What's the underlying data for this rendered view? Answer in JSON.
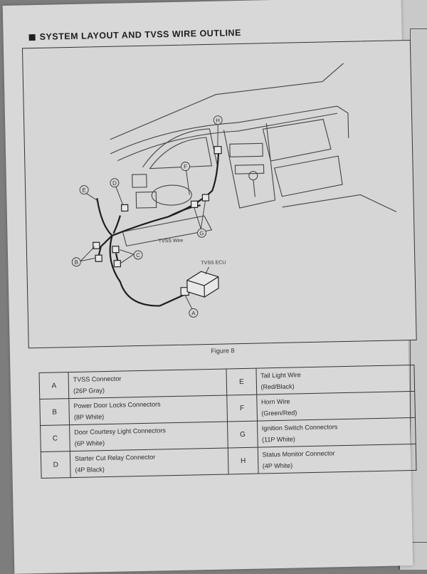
{
  "heading": "SYSTEM LAYOUT AND TVSS WIRE OUTLINE",
  "figure": {
    "caption": "Figure 8",
    "callouts": {
      "A": "A",
      "B": "B",
      "C": "C",
      "D": "D",
      "E": "E",
      "F": "F",
      "G": "G",
      "H": "H"
    },
    "labels": {
      "tvss_wire": "TVSS Wire",
      "tvss_ecu": "TVSS ECU"
    }
  },
  "legend": [
    {
      "letter": "A",
      "name": "TVSS Connector",
      "spec": "(26P Gray)"
    },
    {
      "letter": "E",
      "name": "Tail Light Wire",
      "spec": "(Red/Black)"
    },
    {
      "letter": "B",
      "name": "Power Door Locks Connectors",
      "spec": "(8P White)"
    },
    {
      "letter": "F",
      "name": "Horn Wire",
      "spec": "(Green/Red)"
    },
    {
      "letter": "C",
      "name": "Door Courtesy Light Connectors",
      "spec": "(6P White)"
    },
    {
      "letter": "G",
      "name": "Ignition Switch Connectors",
      "spec": "(11P White)"
    },
    {
      "letter": "D",
      "name": "Starter Cut Relay Connector",
      "spec": "(4P Black)"
    },
    {
      "letter": "H",
      "name": "Status Monitor Connector",
      "spec": "(4P White)"
    }
  ]
}
